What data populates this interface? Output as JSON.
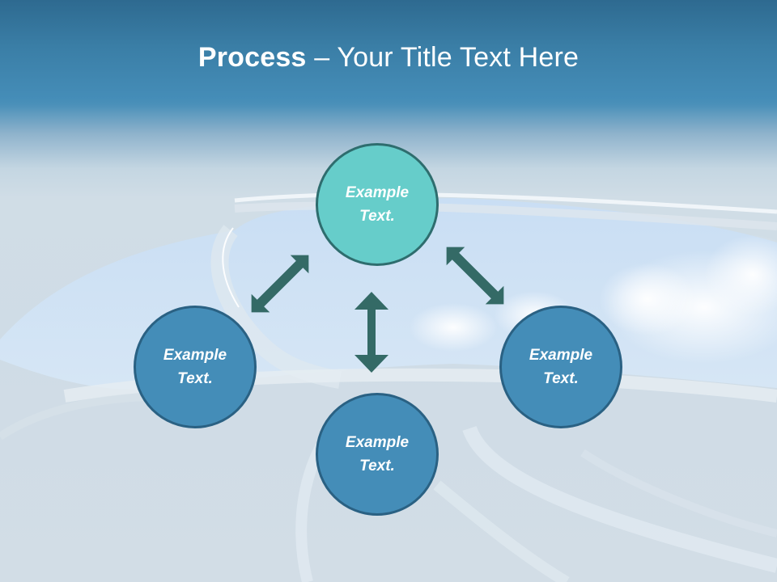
{
  "slide": {
    "title_bold": "Process",
    "title_rest": " – Your Title Text Here"
  },
  "diagram": {
    "type": "cycle",
    "nodes": [
      {
        "id": "top",
        "label_line1": "Example",
        "label_line2": "Text.",
        "fill": "#66cdca",
        "stroke": "#2e6d6e"
      },
      {
        "id": "left",
        "label_line1": "Example",
        "label_line2": "Text.",
        "fill": "#448db8",
        "stroke": "#2a6183"
      },
      {
        "id": "right",
        "label_line1": "Example",
        "label_line2": "Text.",
        "fill": "#448db8",
        "stroke": "#2a6183"
      },
      {
        "id": "bottom",
        "label_line1": "Example",
        "label_line2": "Text.",
        "fill": "#448db8",
        "stroke": "#2a6183"
      }
    ],
    "connectors": [
      {
        "from": "top",
        "to": "left",
        "style": "double-arrow"
      },
      {
        "from": "top",
        "to": "right",
        "style": "double-arrow"
      },
      {
        "from": "top",
        "to": "bottom",
        "style": "double-arrow"
      }
    ],
    "arrow_color": "#346a66"
  }
}
